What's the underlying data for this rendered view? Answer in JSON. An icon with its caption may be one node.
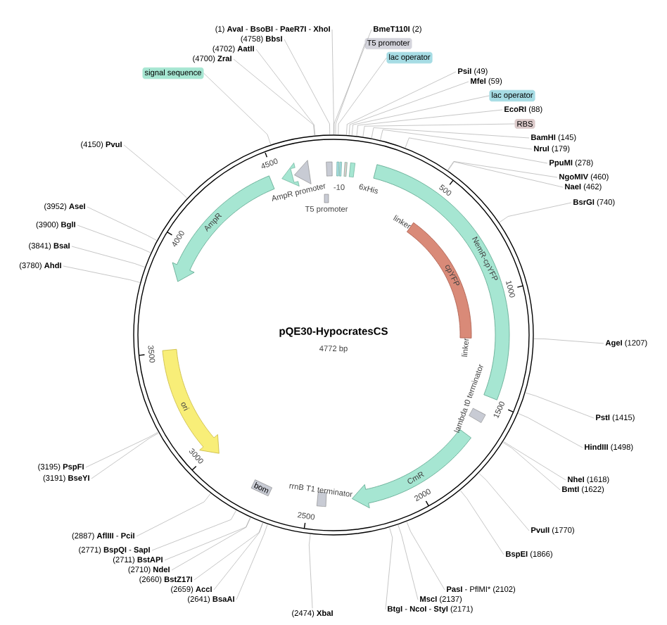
{
  "diagram": {
    "title": "pQE30-HypocratesCS",
    "nodes": [
      {
        "text": [
          "(1) **AvaI** - **BsoBI** - **PaeR7I** - **XhoI**"
        ]
      },
      {
        "text": [
          "(4758) **BbsI**"
        ]
      },
      {
        "text": [
          "(4702) **AatII**"
        ]
      },
      {
        "text": [
          "(4700) **ZraI**"
        ]
      },
      {
        "text": [
          "signal sequence"
        ]
      },
      {
        "text": [
          "(4150) **PvuI**"
        ]
      },
      {
        "text": [
          "(3952) **AseI**"
        ]
      },
      {
        "text": [
          "(3900) **BglI**"
        ]
      },
      {
        "text": [
          "(3841) **BsaI**"
        ]
      },
      {
        "text": [
          "(3780) **AhdI**"
        ]
      },
      {
        "text": [
          "(3195) **PspFI**"
        ]
      },
      {
        "text": [
          "(3191) **BseYI**"
        ]
      },
      {
        "text": [
          "(2887) **AflIII** - **PciI**"
        ]
      },
      {
        "text": [
          "(2771) **BspQI** - **SapI**"
        ]
      },
      {
        "text": [
          "(2711) **BstAPI**"
        ]
      },
      {
        "text": [
          "(2710) **NdeI**"
        ]
      },
      {
        "text": [
          "(2660) **BstZ17I**"
        ]
      },
      {
        "text": [
          "(2659) **AccI**"
        ]
      },
      {
        "text": [
          "(2641) **BsaAI**"
        ]
      },
      {
        "text": [
          "(2474) **XbaI**"
        ]
      },
      {
        "text": [
          "**BmeT110I** (2)"
        ]
      },
      {
        "text": [
          "T5 promoter"
        ]
      },
      {
        "text": [
          "lac operator"
        ]
      },
      {
        "text": [
          "**PsiI** (49)"
        ]
      },
      {
        "text": [
          "**MfeI** (59)"
        ]
      },
      {
        "text": [
          "lac operator"
        ]
      },
      {
        "text": [
          "**EcoRI** (88)"
        ]
      },
      {
        "text": [
          "RBS"
        ]
      },
      {
        "text": [
          "**BamHI** (145)"
        ]
      },
      {
        "text": [
          "**NruI** (179)"
        ]
      },
      {
        "text": [
          "**PpuMI** (278)"
        ]
      },
      {
        "text": [
          "**NgoMIV** (460)"
        ]
      },
      {
        "text": [
          "**NaeI** (462)"
        ]
      },
      {
        "text": [
          "**BsrGI** (740)"
        ]
      },
      {
        "text": [
          "**AgeI** (1207)"
        ]
      },
      {
        "text": [
          "**PstI** (1415)"
        ]
      },
      {
        "text": [
          "**HindIII** (1498)"
        ]
      },
      {
        "text": [
          "**NheI** (1618)"
        ]
      },
      {
        "text": [
          "**BmtI** (1622)"
        ]
      },
      {
        "text": [
          "**PvuII** (1770)"
        ]
      },
      {
        "text": [
          "**BspEI** (1866)"
        ]
      },
      {
        "text": [
          "**PasI** - PflMI* (2102)"
        ]
      },
      {
        "text": [
          "**MscI** (2137)"
        ]
      },
      {
        "text": [
          "**BtgI** - **NcoI** - **StyI** (2171)"
        ]
      },
      {
        "text": [
          "AmpR"
        ]
      },
      {
        "text": [
          "NemR-cpYFP"
        ]
      },
      {
        "text": [
          "cpYFP"
        ]
      },
      {
        "text": [
          "ori"
        ]
      },
      {
        "text": [
          "CmR"
        ]
      },
      {
        "text": [
          "bom"
        ]
      }
    ],
    "edges": [
      {
        "from": 0,
        "to": null,
        "arrow": "none"
      },
      {
        "from": 1,
        "to": null,
        "arrow": "none"
      },
      {
        "from": 2,
        "to": null,
        "arrow": "none"
      },
      {
        "from": 3,
        "to": null,
        "arrow": "none"
      },
      {
        "from": 4,
        "to": null,
        "arrow": "none"
      },
      {
        "from": 5,
        "to": null,
        "arrow": "none"
      },
      {
        "from": 6,
        "to": null,
        "arrow": "none"
      },
      {
        "from": 7,
        "to": null,
        "arrow": "none"
      },
      {
        "from": 8,
        "to": null,
        "arrow": "none"
      },
      {
        "from": 9,
        "to": null,
        "arrow": "none"
      },
      {
        "from": 10,
        "to": null,
        "arrow": "none"
      },
      {
        "from": 11,
        "to": null,
        "arrow": "none"
      },
      {
        "from": 12,
        "to": null,
        "arrow": "none"
      },
      {
        "from": 13,
        "to": null,
        "arrow": "none"
      },
      {
        "from": 14,
        "to": null,
        "arrow": "none"
      },
      {
        "from": 15,
        "to": null,
        "arrow": "none"
      },
      {
        "from": 16,
        "to": null,
        "arrow": "none"
      },
      {
        "from": 17,
        "to": null,
        "arrow": "none"
      },
      {
        "from": 18,
        "to": null,
        "arrow": "none"
      },
      {
        "from": 19,
        "to": null,
        "arrow": "none"
      },
      {
        "from": 20,
        "to": null,
        "arrow": "none"
      },
      {
        "from": 21,
        "to": null,
        "arrow": "none"
      },
      {
        "from": 22,
        "to": null,
        "arrow": "none"
      },
      {
        "from": 23,
        "to": null,
        "arrow": "none"
      },
      {
        "from": 24,
        "to": null,
        "arrow": "none"
      },
      {
        "from": 25,
        "to": null,
        "arrow": "none"
      },
      {
        "from": 26,
        "to": null,
        "arrow": "none"
      },
      {
        "from": 27,
        "to": null,
        "arrow": "none"
      },
      {
        "from": 28,
        "to": null,
        "arrow": "none"
      },
      {
        "from": 29,
        "to": null,
        "arrow": "none"
      },
      {
        "from": 30,
        "to": null,
        "arrow": "none"
      },
      {
        "from": 31,
        "to": null,
        "arrow": "none"
      },
      {
        "from": 32,
        "to": null,
        "arrow": "none"
      },
      {
        "from": 33,
        "to": null,
        "arrow": "none"
      },
      {
        "from": 34,
        "to": null,
        "arrow": "none"
      },
      {
        "from": 35,
        "to": null,
        "arrow": "none"
      },
      {
        "from": 36,
        "to": null,
        "arrow": "none"
      },
      {
        "from": 37,
        "to": null,
        "arrow": "none"
      },
      {
        "from": 38,
        "to": null,
        "arrow": "none"
      },
      {
        "from": 39,
        "to": null,
        "arrow": "none"
      },
      {
        "from": 40,
        "to": null,
        "arrow": "none"
      },
      {
        "from": 41,
        "to": null,
        "arrow": "none"
      },
      {
        "from": 42,
        "to": null,
        "arrow": "none"
      },
      {
        "from": 43,
        "to": null,
        "arrow": "none"
      }
    ],
    "labels": [
      "4772 bp",
      "500",
      "1000",
      "1500",
      "2000",
      "2500",
      "3000",
      "3500",
      "4000",
      "4500",
      "-10",
      "6xHis",
      "T5 promoter",
      "AmpR promoter",
      "linker",
      "linker",
      "lambda t0 terminator",
      "rrnB T1 terminator"
    ]
  }
}
